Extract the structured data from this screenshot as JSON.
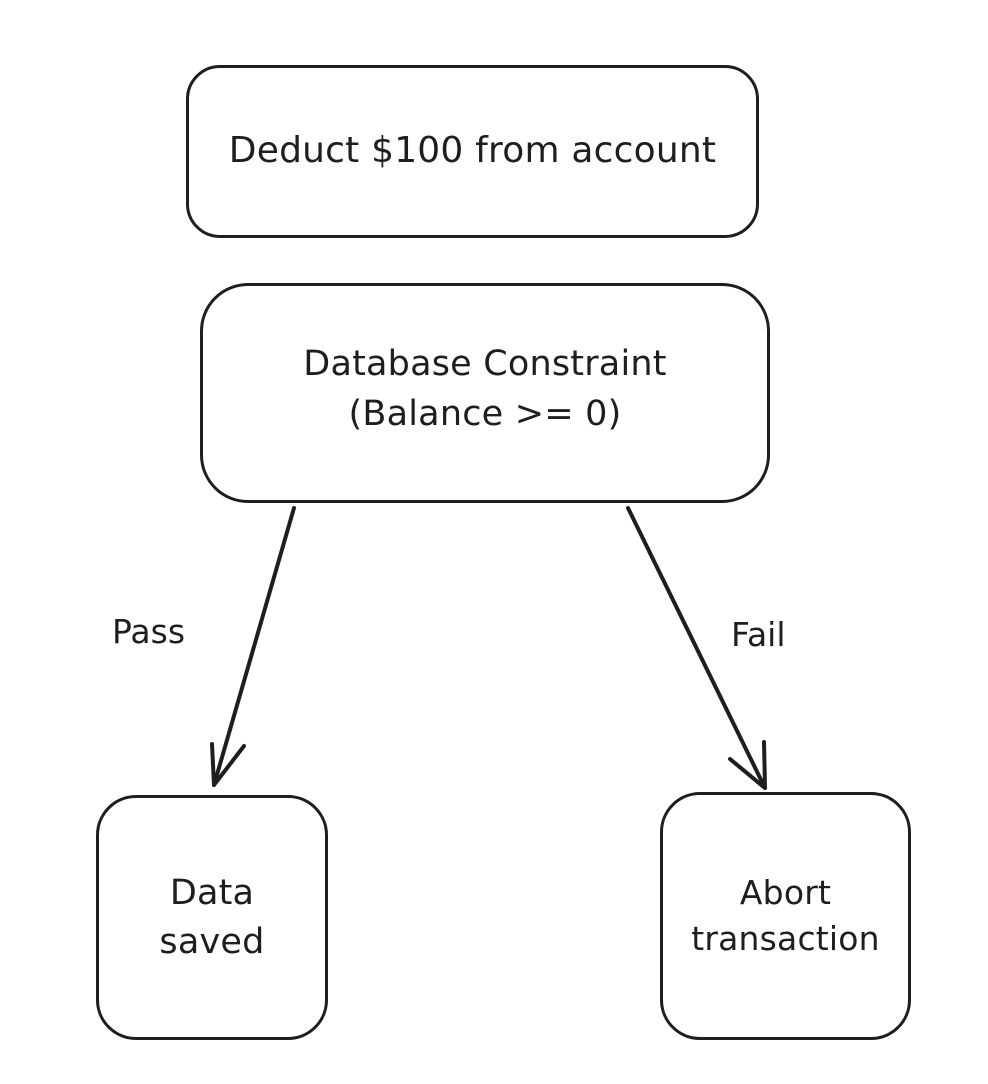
{
  "nodes": {
    "deduct": {
      "text": "Deduct $100 from account"
    },
    "constraint": {
      "line1": "Database Constraint",
      "line2": "(Balance >= 0)"
    },
    "saved": {
      "line1": "Data",
      "line2": "saved"
    },
    "abort": {
      "line1": "Abort",
      "line2": "transaction"
    }
  },
  "edges": {
    "pass": {
      "label": "Pass"
    },
    "fail": {
      "label": "Fail"
    }
  },
  "colors": {
    "stroke": "#1e1e1e",
    "background": "#ffffff"
  }
}
